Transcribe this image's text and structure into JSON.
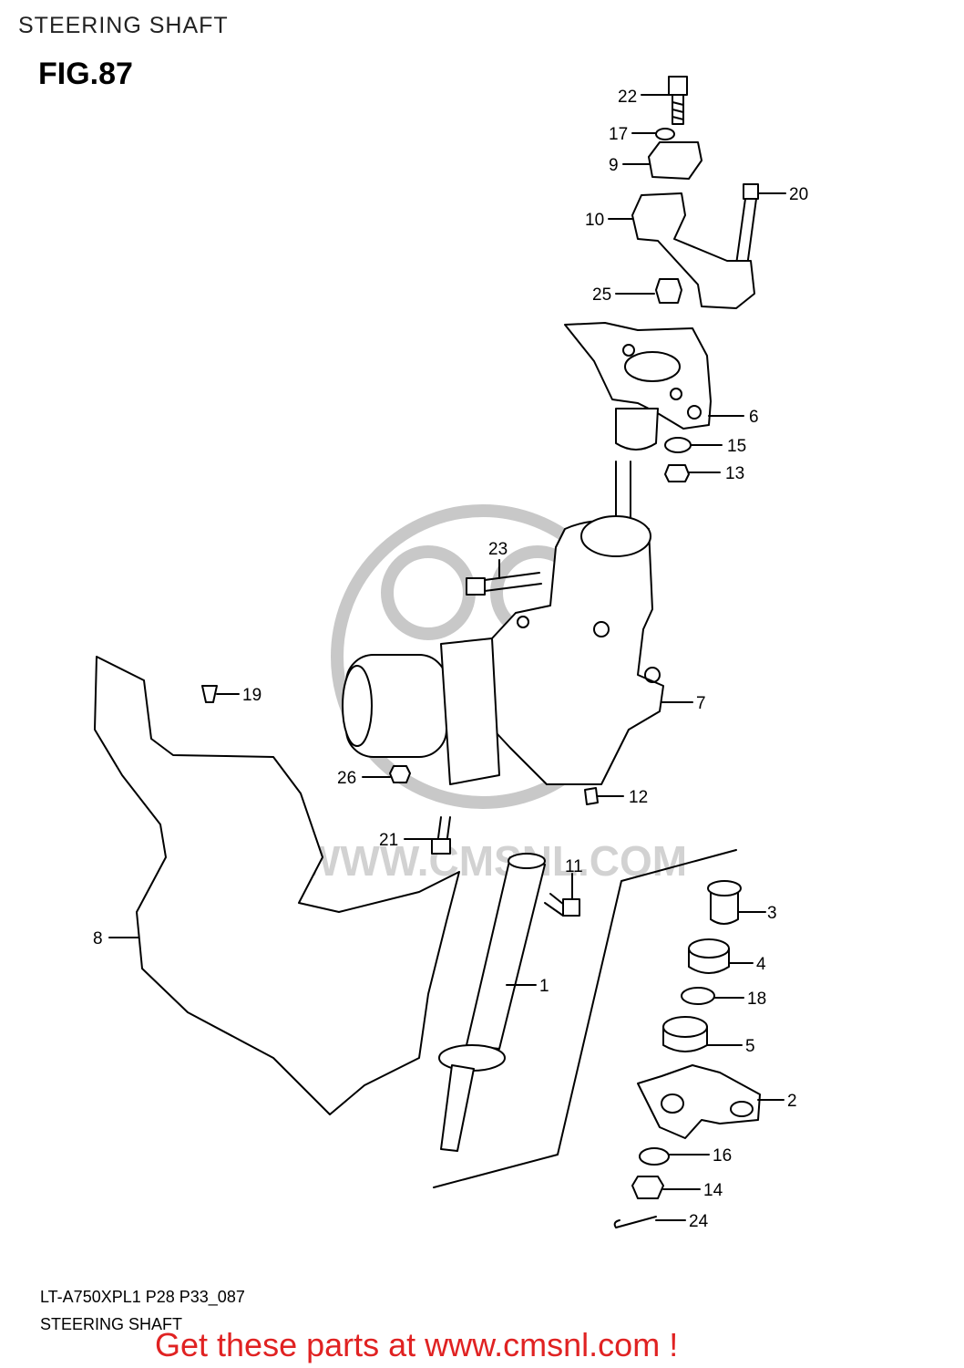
{
  "header": {
    "title": "STEERING SHAFT",
    "figure": "FIG.87"
  },
  "footer": {
    "model_code": "LT-A750XPL1 P28 P33_087",
    "caption": "STEERING SHAFT"
  },
  "promo": {
    "text": "Get these parts at www.cmsnl.com !",
    "color": "#e02222"
  },
  "watermark": {
    "text": "WWW.CMSNL.COM"
  },
  "callouts": [
    {
      "id": "22"
    },
    {
      "id": "17"
    },
    {
      "id": "9"
    },
    {
      "id": "20"
    },
    {
      "id": "10"
    },
    {
      "id": "25"
    },
    {
      "id": "6"
    },
    {
      "id": "15"
    },
    {
      "id": "13"
    },
    {
      "id": "23"
    },
    {
      "id": "19"
    },
    {
      "id": "7"
    },
    {
      "id": "26"
    },
    {
      "id": "12"
    },
    {
      "id": "21"
    },
    {
      "id": "11"
    },
    {
      "id": "3"
    },
    {
      "id": "8"
    },
    {
      "id": "4"
    },
    {
      "id": "1"
    },
    {
      "id": "18"
    },
    {
      "id": "5"
    },
    {
      "id": "2"
    },
    {
      "id": "16"
    },
    {
      "id": "14"
    },
    {
      "id": "24"
    }
  ]
}
